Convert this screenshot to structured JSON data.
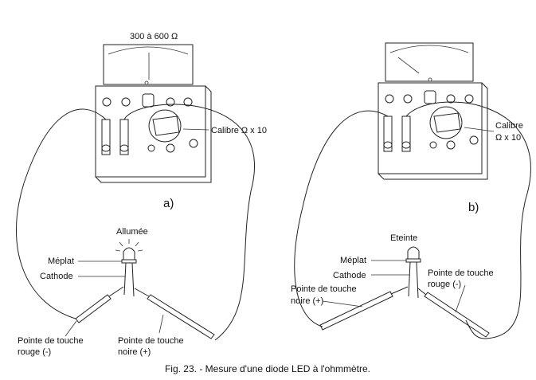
{
  "panel_a": {
    "range_label": "300 à 600 Ω",
    "calibre_label": "Calibre Ω x 10",
    "panel_letter": "a)",
    "led_state": "Allumée",
    "meplat_label": "Méplat",
    "cathode_label": "Cathode",
    "probe_left_line1": "Pointe de touche",
    "probe_left_line2": "rouge (-)",
    "probe_right_line1": "Pointe de touche",
    "probe_right_line2": "noire (+)"
  },
  "panel_b": {
    "calibre_line1": "Calibre",
    "calibre_line2": "Ω x 10",
    "panel_letter": "b)",
    "led_state": "Eteinte",
    "meplat_label": "Méplat",
    "cathode_label": "Cathode",
    "probe_left_line1": "Pointe de touche",
    "probe_left_line2": "noire (+)",
    "probe_right_line1": "Pointe de touche",
    "probe_right_line2": "rouge (-)"
  },
  "caption": "Fig. 23. - Mesure d'une diode LED à l'ohmmètre."
}
